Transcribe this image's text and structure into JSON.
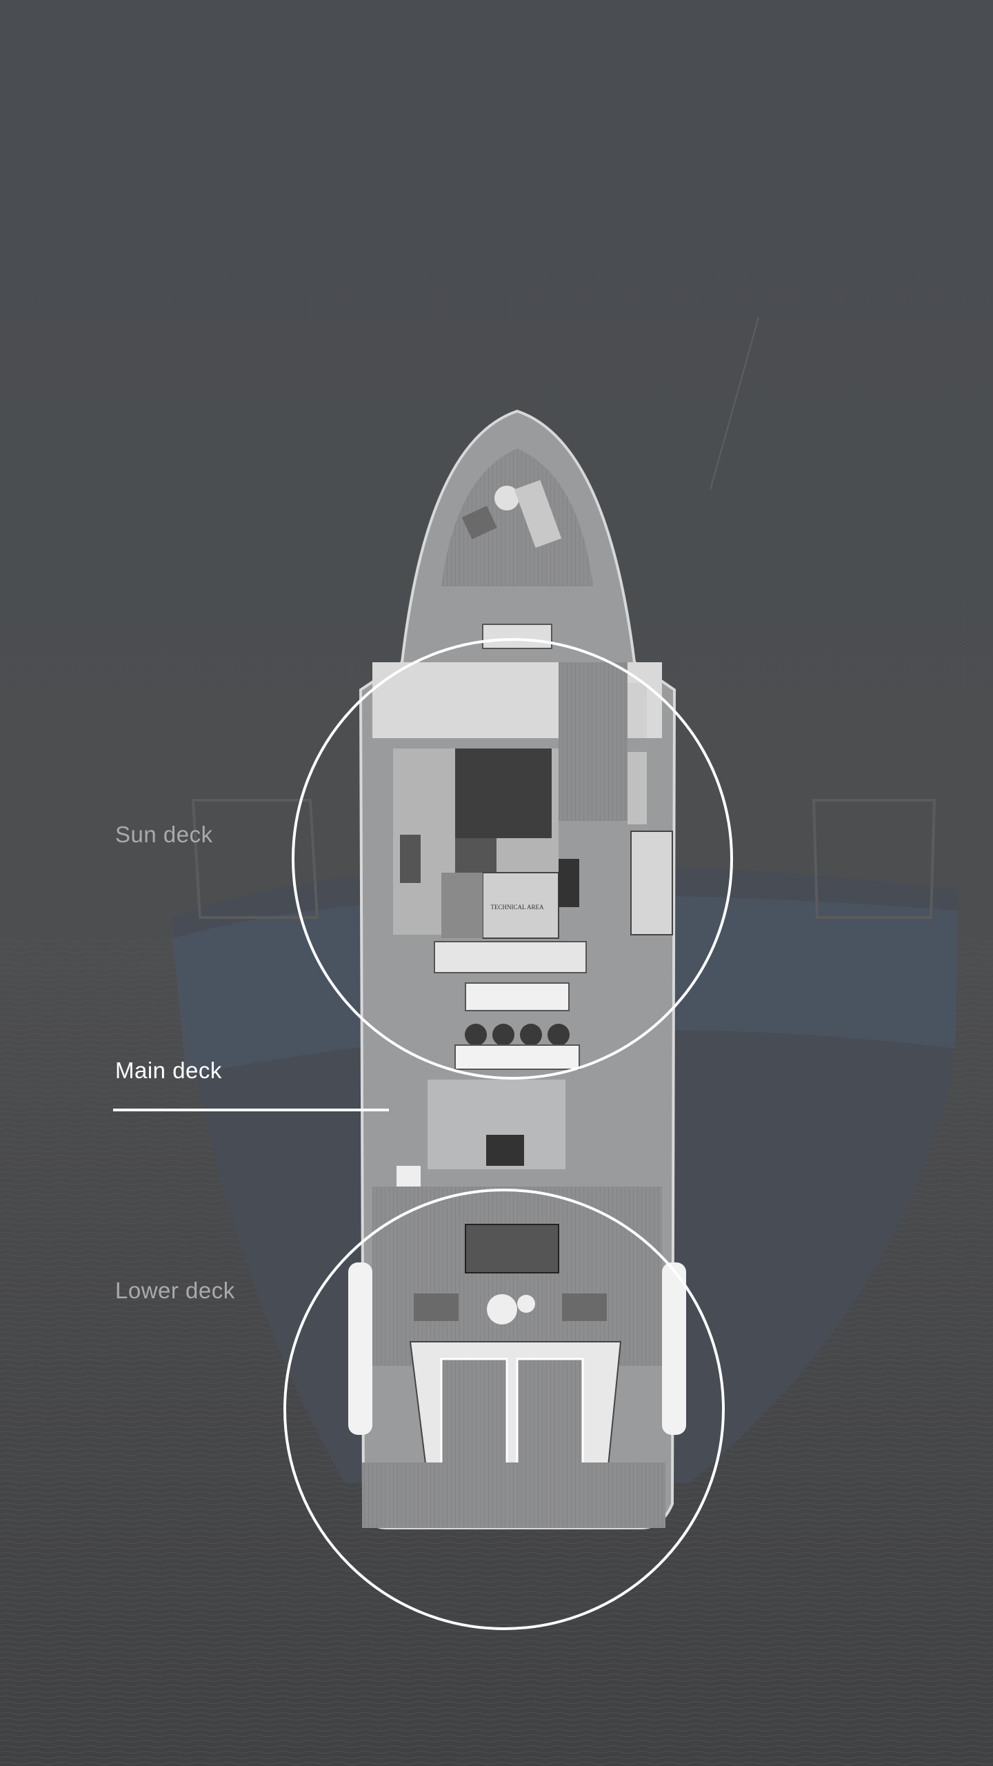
{
  "decks": [
    {
      "label": "Sun deck",
      "active": false
    },
    {
      "label": "Main deck",
      "active": true
    },
    {
      "label": "Lower deck",
      "active": false
    }
  ],
  "plan": {
    "technical_area_label": "TECHNICAL AREA"
  },
  "colors": {
    "background": "#4a4c50",
    "active_label": "#ffffff",
    "inactive_label": "#a9aaac",
    "highlight_ring": "#ffffff"
  }
}
